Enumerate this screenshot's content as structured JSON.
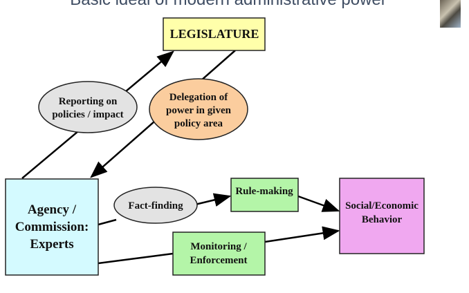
{
  "title": "Basic ideal of modern administrative power",
  "nodes": {
    "legislature": {
      "label": "LEGISLATURE",
      "color": "#ffffaa"
    },
    "reporting": {
      "lines": [
        "Reporting on",
        "policies / impact"
      ],
      "color": "#e3e3e3"
    },
    "delegation": {
      "lines": [
        "Delegation of",
        "power in given",
        "policy area"
      ],
      "color": "#fbcd9e"
    },
    "agency": {
      "lines": [
        "Agency /",
        "Commission:",
        "Experts"
      ],
      "color": "#d4faff"
    },
    "fact": {
      "label": "Fact-finding",
      "color": "#e3e3e3"
    },
    "rule": {
      "label": "Rule-making",
      "color": "#b4f5a8"
    },
    "monitoring": {
      "lines": [
        "Monitoring /",
        "Enforcement"
      ],
      "color": "#b4f5a8"
    },
    "social": {
      "lines": [
        "Social/Economic",
        "Behavior"
      ],
      "color": "#f0a8f0"
    }
  }
}
